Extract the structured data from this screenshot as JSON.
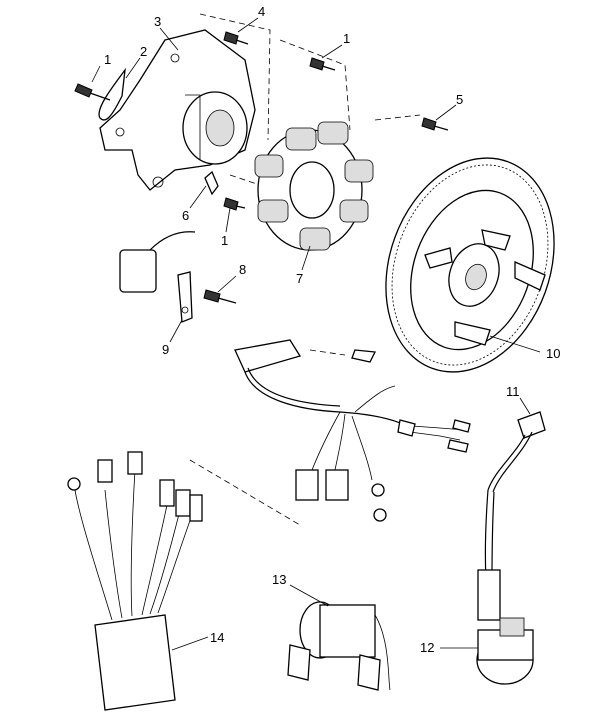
{
  "diagram": {
    "callouts": [
      {
        "id": "c1a",
        "label": "1"
      },
      {
        "id": "c2",
        "label": "2"
      },
      {
        "id": "c3",
        "label": "3"
      },
      {
        "id": "c4",
        "label": "4"
      },
      {
        "id": "c1b",
        "label": "1"
      },
      {
        "id": "c5",
        "label": "5"
      },
      {
        "id": "c6",
        "label": "6"
      },
      {
        "id": "c1c",
        "label": "1"
      },
      {
        "id": "c7",
        "label": "7"
      },
      {
        "id": "c8",
        "label": "8"
      },
      {
        "id": "c9",
        "label": "9"
      },
      {
        "id": "c10",
        "label": "10"
      },
      {
        "id": "c11",
        "label": "11"
      },
      {
        "id": "c12",
        "label": "12"
      },
      {
        "id": "c13",
        "label": "13"
      },
      {
        "id": "c14",
        "label": "14"
      }
    ]
  }
}
